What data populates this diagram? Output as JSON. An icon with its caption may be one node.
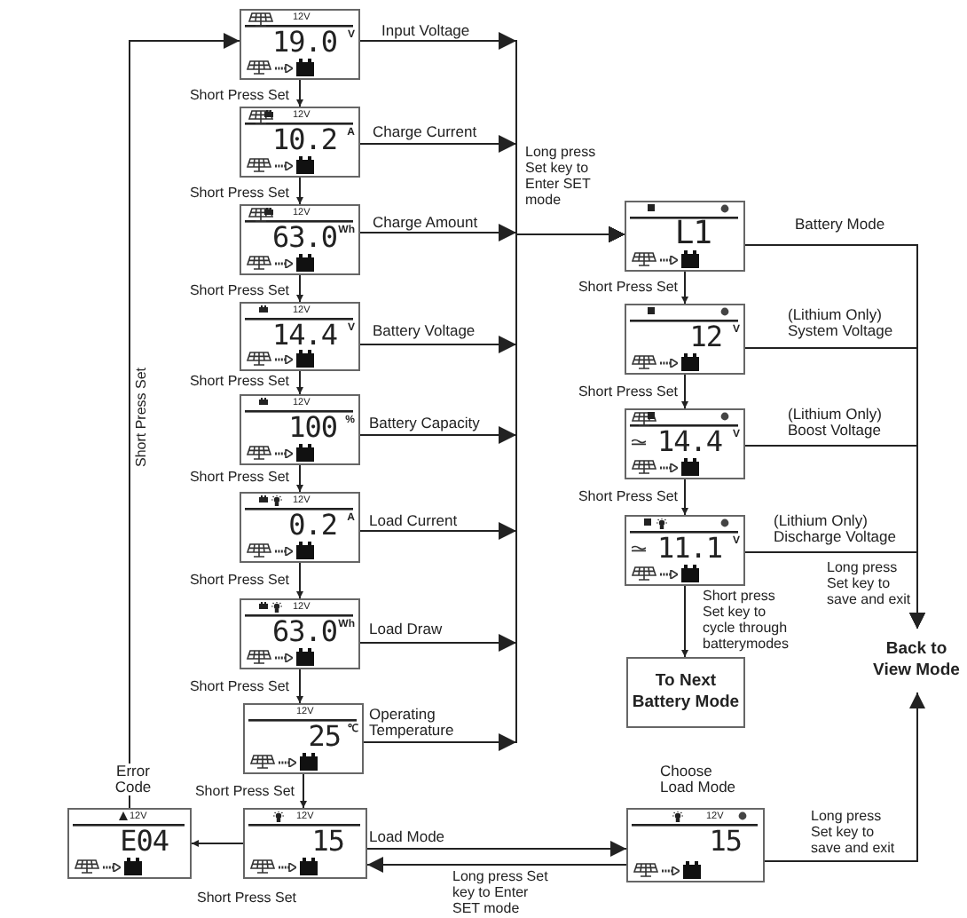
{
  "diagram": {
    "nodes": [
      {
        "text": [
          "12V",
          "19.0",
          "V"
        ],
        "beside": [
          "Input Voltage"
        ]
      },
      {
        "text": [
          "12V",
          "10.2",
          "A"
        ],
        "beside": [
          "Charge Current"
        ]
      },
      {
        "text": [
          "12V",
          "63.0",
          "Wh"
        ],
        "beside": [
          "Charge Amount"
        ]
      },
      {
        "text": [
          "12V",
          "14.4",
          "V"
        ],
        "beside": [
          "Battery Voltage"
        ]
      },
      {
        "text": [
          "12V",
          "100",
          "%"
        ],
        "beside": [
          "Battery Capacity"
        ]
      },
      {
        "text": [
          "12V",
          "0.2",
          "A"
        ],
        "beside": [
          "Load Current"
        ]
      },
      {
        "text": [
          "12V",
          "63.0",
          "Wh"
        ],
        "beside": [
          "Load Draw"
        ]
      },
      {
        "text": [
          "12V",
          "25",
          "℃"
        ],
        "beside": [
          "Operating Temperature"
        ]
      },
      {
        "text": [
          "12V",
          "15"
        ],
        "beside": [
          "Load Mode"
        ]
      },
      {
        "text": [
          "12V",
          "E04"
        ],
        "beside": [
          "Error Code"
        ]
      },
      {
        "text": [
          "L1"
        ],
        "beside": [
          "Battery Mode"
        ]
      },
      {
        "text": [
          "12",
          "V"
        ],
        "beside": [
          "(Lithium Only) System Voltage"
        ]
      },
      {
        "text": [
          "14.4",
          "V"
        ],
        "beside": [
          "(Lithium Only) Boost Voltage"
        ]
      },
      {
        "text": [
          "11.1",
          "V"
        ],
        "beside": [
          "(Lithium Only) Discharge Voltage"
        ]
      },
      {
        "text": [
          "To Next Battery Mode"
        ]
      },
      {
        "text": [
          "Back to View Mode"
        ]
      },
      {
        "text": [
          "12V",
          "15"
        ],
        "beside": [
          "Choose Load Mode"
        ]
      }
    ],
    "edges": [
      {
        "from": 0,
        "to": 1,
        "arrow": "to",
        "label": "Short Press Set"
      },
      {
        "from": 1,
        "to": 2,
        "arrow": "to",
        "label": "Short Press Set"
      },
      {
        "from": 2,
        "to": 3,
        "arrow": "to",
        "label": "Short Press Set"
      },
      {
        "from": 3,
        "to": 4,
        "arrow": "to",
        "label": "Short Press Set"
      },
      {
        "from": 4,
        "to": 5,
        "arrow": "to",
        "label": "Short Press Set"
      },
      {
        "from": 5,
        "to": 6,
        "arrow": "to",
        "label": "Short Press Set"
      },
      {
        "from": 6,
        "to": 7,
        "arrow": "to",
        "label": "Short Press Set"
      },
      {
        "from": 7,
        "to": 8,
        "arrow": "to",
        "label": "Short Press Set"
      },
      {
        "from": 8,
        "to": 9,
        "arrow": "to",
        "label": "Short Press Set"
      },
      {
        "from": 9,
        "to": 0,
        "arrow": "to",
        "label": "Short Press Set"
      },
      {
        "from": 0,
        "to": 10,
        "arrow": "to"
      },
      {
        "from": 1,
        "to": 10,
        "arrow": "to"
      },
      {
        "from": 2,
        "to": 10,
        "arrow": "to"
      },
      {
        "from": 3,
        "to": 10,
        "arrow": "to"
      },
      {
        "from": 4,
        "to": 10,
        "arrow": "to"
      },
      {
        "from": 5,
        "to": 10,
        "arrow": "to"
      },
      {
        "from": 6,
        "to": 10,
        "arrow": "to"
      },
      {
        "from": 7,
        "to": 10,
        "arrow": "to"
      },
      {
        "from": 10,
        "to": 11,
        "arrow": "to",
        "label": "Short Press Set"
      },
      {
        "from": 11,
        "to": 12,
        "arrow": "to",
        "label": "Short Press Set"
      },
      {
        "from": 12,
        "to": 13,
        "arrow": "to",
        "label": "Short Press Set"
      },
      {
        "from": 13,
        "to": 14,
        "arrow": "to",
        "label": "Short press Set key to cycle through batterymodes"
      },
      {
        "from": 10,
        "to": 15,
        "arrow": "to"
      },
      {
        "from": 11,
        "to": 15,
        "arrow": "to"
      },
      {
        "from": 12,
        "to": 15,
        "arrow": "to"
      },
      {
        "from": 13,
        "to": 15,
        "arrow": "to",
        "label": "Long press Set key to save and exit"
      },
      {
        "from": 8,
        "to": 16,
        "arrow": "to"
      },
      {
        "from": 16,
        "to": 8,
        "arrow": "to",
        "label": "Long press Set key to Enter SET mode"
      },
      {
        "from": 16,
        "to": 15,
        "arrow": "to",
        "label": "Long press Set key to save and exit"
      }
    ],
    "labels": [
      "Long press Set key to Enter SET mode"
    ]
  }
}
